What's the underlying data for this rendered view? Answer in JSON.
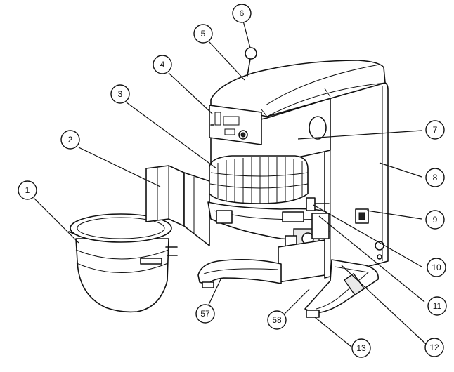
{
  "callouts": {
    "c1": "1",
    "c2": "2",
    "c3": "3",
    "c4": "4",
    "c5": "5",
    "c6": "6",
    "c7": "7",
    "c8": "8",
    "c9": "9",
    "c10": "10",
    "c11": "11",
    "c12": "12",
    "c13": "13",
    "c57": "57",
    "c58": "58"
  }
}
